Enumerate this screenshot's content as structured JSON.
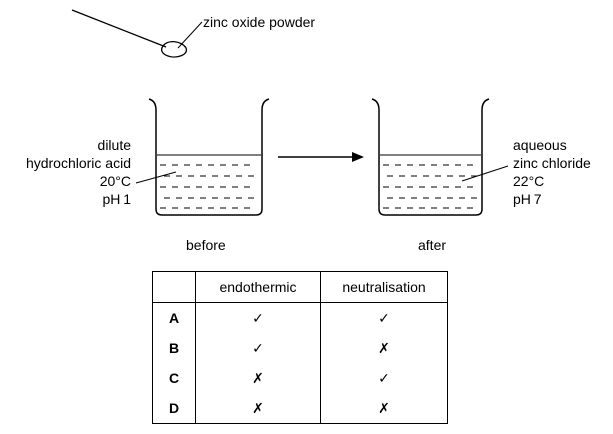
{
  "labels": {
    "powder": "zinc oxide powder",
    "left": [
      "dilute",
      "hydrochloric acid",
      "20°C",
      "pH 1"
    ],
    "right": [
      "aqueous",
      "zinc chloride",
      "22°C",
      "pH 7"
    ],
    "before": "before",
    "after": "after"
  },
  "table": {
    "headers": [
      "",
      "endothermic",
      "neutralisation"
    ],
    "rows": [
      {
        "option": "A",
        "endothermic": "✓",
        "neutralisation": "✓"
      },
      {
        "option": "B",
        "endothermic": "✓",
        "neutralisation": "✗"
      },
      {
        "option": "C",
        "endothermic": "✗",
        "neutralisation": "✓"
      },
      {
        "option": "D",
        "endothermic": "✗",
        "neutralisation": "✗"
      }
    ]
  }
}
